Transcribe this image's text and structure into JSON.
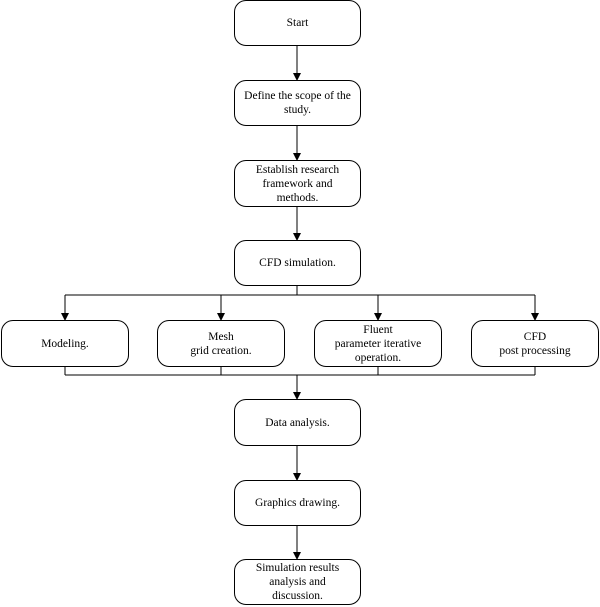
{
  "diagram": {
    "nodes": {
      "start": "Start",
      "define_scope": "Define the scope of the\nstudy.",
      "research_framework": "Establish research\nframework and\nmethods.",
      "cfd_simulation": "CFD simulation.",
      "modeling": "Modeling.",
      "mesh_grid": "Mesh\ngrid creation.",
      "fluent_parameter": "Fluent\nparameter iterative\noperation.",
      "cfd_post": "CFD\npost processing",
      "data_analysis": "Data analysis.",
      "graphics_drawing": "Graphics drawing.",
      "simulation_results": "Simulation results\nanalysis and\ndiscussion."
    },
    "colors": {
      "stroke": "#000000",
      "fill": "#ffffff"
    }
  }
}
